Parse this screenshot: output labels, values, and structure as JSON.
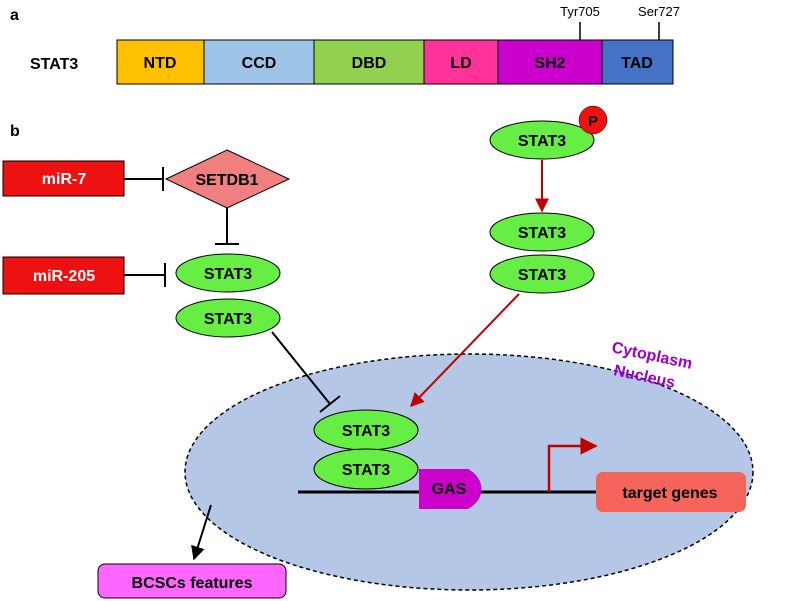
{
  "panel_a": {
    "label": "a",
    "protein": "STAT3",
    "domains": [
      {
        "name": "NTD",
        "color": "#ffc000"
      },
      {
        "name": "CCD",
        "color": "#9dc3e6"
      },
      {
        "name": "DBD",
        "color": "#92d050"
      },
      {
        "name": "LD",
        "color": "#ff3399"
      },
      {
        "name": "SH2",
        "color": "#cc00cc"
      },
      {
        "name": "TAD",
        "color": "#4472c4"
      }
    ],
    "sites": [
      "Tyr705",
      "Ser727"
    ]
  },
  "panel_b": {
    "label": "b",
    "mirna_1": "miR-7",
    "mirna_2": "miR-205",
    "setdb1": "SETDB1",
    "stat3_left_top": "STAT3",
    "stat3_left_bottom": "STAT3",
    "stat3_phospho": "STAT3",
    "phospho_mark": "P",
    "stat3_dimer_top": "STAT3",
    "stat3_dimer_bottom": "STAT3",
    "stat3_nuclear_top": "STAT3",
    "stat3_nuclear_bottom": "STAT3",
    "cytoplasm_label": "Cytoplasm",
    "nucleus_label": "Nucleus",
    "gas_label": "GAS",
    "target_genes": "target genes",
    "bcsc_features": "BCSCs features",
    "colors": {
      "mirna": "#ee1111",
      "setdb1": "#f08080",
      "stat3": "#66ee44",
      "nucleus": "#b4c7e7",
      "gas": "#cc00cc",
      "target": "#f4645a",
      "bcsc": "#ff66ff",
      "arrow_red": "#c00000",
      "compartment_text": "#9900cc",
      "phospho": "#ee1111"
    }
  }
}
